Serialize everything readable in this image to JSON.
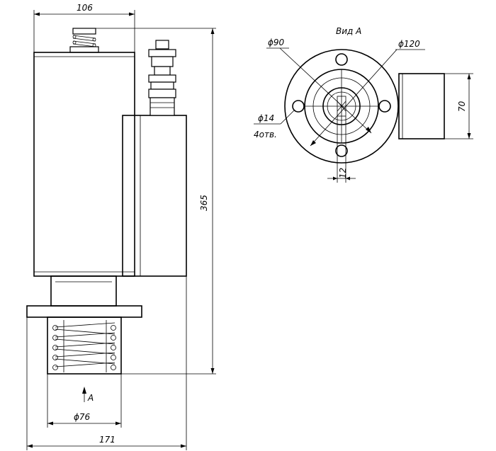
{
  "view_label": "Вид A",
  "dimensions": {
    "top_width": "106",
    "height": "365",
    "bottom_dia": "ϕ76",
    "overall_width": "171",
    "dia_90": "ϕ90",
    "dia_120": "ϕ120",
    "hole_dia": "ϕ14",
    "hole_count": "4отв.",
    "slot": "12",
    "box_height": "70"
  },
  "arrow_label": "A"
}
